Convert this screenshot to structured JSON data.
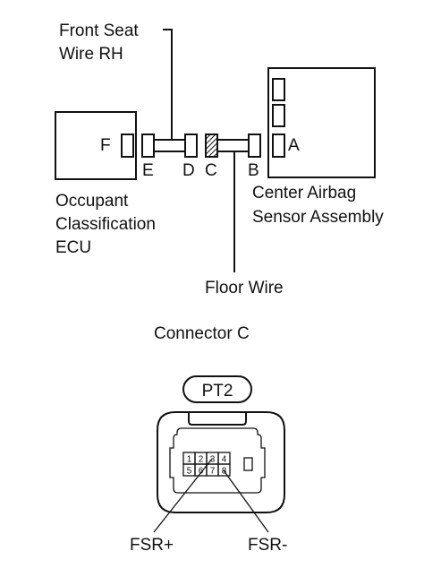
{
  "wiring": {
    "front_seat_wire_line1": "Front Seat",
    "front_seat_wire_line2": "Wire RH",
    "ecu_line1": "Occupant",
    "ecu_line2": "Classification",
    "ecu_line3": "ECU",
    "airbag_line1": "Center Airbag",
    "airbag_line2": "Sensor Assembly",
    "floor_wire": "Floor Wire",
    "connector_letters": {
      "a": "A",
      "b": "B",
      "c": "C",
      "d": "D",
      "e": "E",
      "f": "F"
    }
  },
  "connector_view": {
    "title": "Connector C",
    "code": "PT2",
    "pins_top": [
      "1",
      "2",
      "3",
      "4"
    ],
    "pins_bottom": [
      "5",
      "6",
      "7",
      "8"
    ],
    "label_left": "FSR+",
    "label_right": "FSR-"
  }
}
